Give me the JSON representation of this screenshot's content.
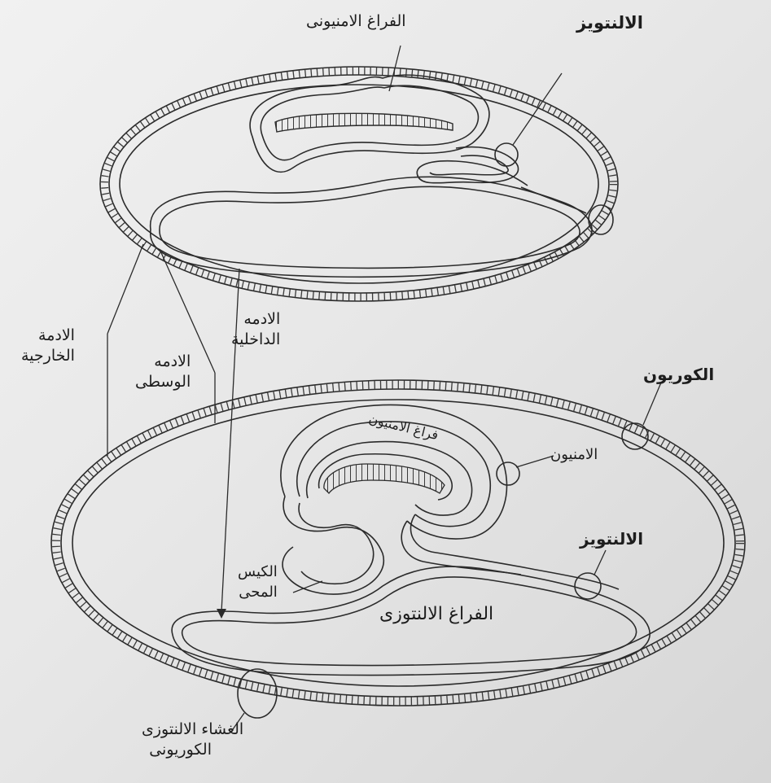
{
  "top_figure": {
    "amniotic_cavity": "الفراغ الامنيونى",
    "allantois": "الالنتويز"
  },
  "side_labels": {
    "ectoderm_line1": "الادمة",
    "ectoderm_line2": "الخارجية",
    "mesoderm_line1": "الادمه",
    "mesoderm_line2": "الوسطى",
    "endoderm_line1": "الادمه",
    "endoderm_line2": "الداخلية"
  },
  "bottom_figure": {
    "chorion": "الكوريون",
    "amnion_cavity": "فراغ الامنيون",
    "amnion": "الامنيون",
    "allantois": "الالنتويز",
    "yolk_sac_line1": "الكيس",
    "yolk_sac_line2": "المحى",
    "allantoic_cavity": "الفراغ الالنتوزى",
    "chorioallantoic_line1": "الغشاء الالنتوزى",
    "chorioallantoic_line2": "الكوريونى"
  },
  "colors": {
    "paper": "#e8e8e8",
    "ink": "#2b2b2b"
  },
  "icons": [
    "arrow-right-icon"
  ]
}
